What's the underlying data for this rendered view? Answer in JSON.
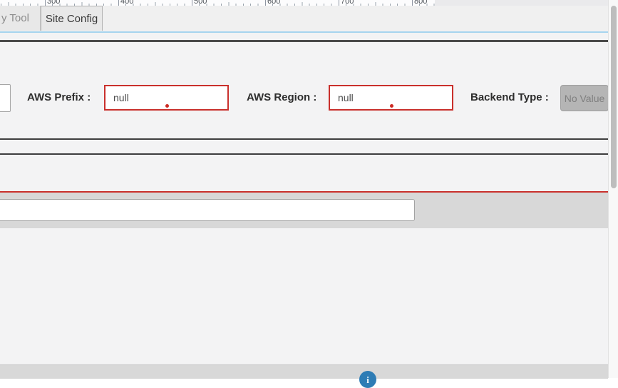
{
  "ruler": {
    "labels": [
      "300",
      "400",
      "500",
      "600",
      "700",
      "800"
    ]
  },
  "tabs": [
    {
      "label": "y Tool",
      "active": false
    },
    {
      "label": "Site Config",
      "active": true
    }
  ],
  "form": {
    "aws_prefix": {
      "label": "AWS Prefix :",
      "value": "null"
    },
    "aws_region": {
      "label": "AWS Region :",
      "value": "null"
    },
    "backend_type": {
      "label": "Backend Type :",
      "value": "No Value"
    }
  },
  "icons": {
    "bottom_center": "info-icon",
    "info_glyph": "i"
  },
  "colors": {
    "error_red": "#c9302c",
    "error_dot": "#cc2b24",
    "tab_highlight_blue": "#a6d4ee",
    "info_blue": "#2e7cb5",
    "dark_divider": "#3e3e3e",
    "band_gray": "#d8d8d8",
    "no_value_gray": "#b5b5b5"
  }
}
